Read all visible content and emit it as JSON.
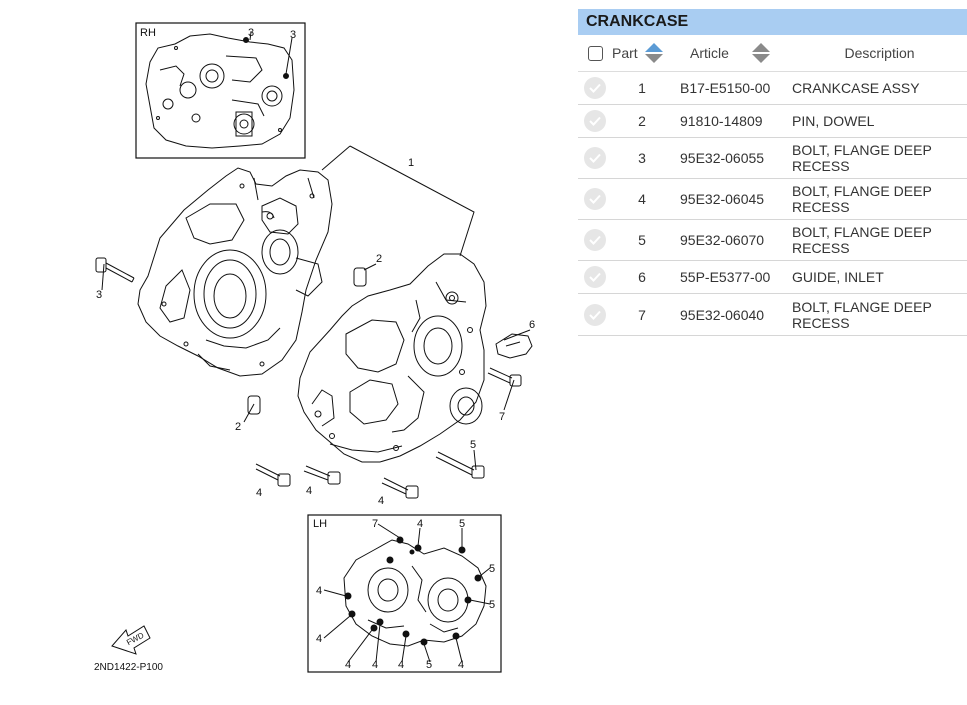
{
  "diagram": {
    "inset_rh_label": "RH",
    "inset_lh_label": "LH",
    "fwd_label": "FWD",
    "diagram_code": "2ND1422-P100",
    "callouts": {
      "rh_3a": "3",
      "rh_3b": "3",
      "main_1": "1",
      "main_2a": "2",
      "main_2b": "2",
      "main_3": "3",
      "main_4a": "4",
      "main_4b": "4",
      "main_4c": "4",
      "main_5": "5",
      "main_6": "6",
      "main_7": "7",
      "lh_7": "7",
      "lh_4top": "4",
      "lh_5top": "5",
      "lh_5r1": "5",
      "lh_5r2": "5",
      "lh_4l1": "4",
      "lh_4l2": "4",
      "lh_4b1": "4",
      "lh_4b2": "4",
      "lh_4b3": "4",
      "lh_5b": "5",
      "lh_4b4": "4"
    }
  },
  "panel": {
    "title": "CRANKCASE",
    "columns": {
      "part": "Part",
      "article": "Article",
      "description": "Description"
    },
    "rows": [
      {
        "part": "1",
        "article": "B17-E5150-00",
        "description": "CRANKCASE ASSY"
      },
      {
        "part": "2",
        "article": "91810-14809",
        "description": "PIN, DOWEL"
      },
      {
        "part": "3",
        "article": "95E32-06055",
        "description": "BOLT, FLANGE DEEP RECESS"
      },
      {
        "part": "4",
        "article": "95E32-06045",
        "description": "BOLT, FLANGE DEEP RECESS"
      },
      {
        "part": "5",
        "article": "95E32-06070",
        "description": "BOLT, FLANGE DEEP RECESS"
      },
      {
        "part": "6",
        "article": "55P-E5377-00",
        "description": "GUIDE, INLET"
      },
      {
        "part": "7",
        "article": "95E32-06040",
        "description": "BOLT, FLANGE DEEP RECESS"
      }
    ]
  },
  "colors": {
    "header_bg": "#a9cdf2",
    "sort_up": "#5b9bd5",
    "sort_down": "#8a8a8a"
  }
}
